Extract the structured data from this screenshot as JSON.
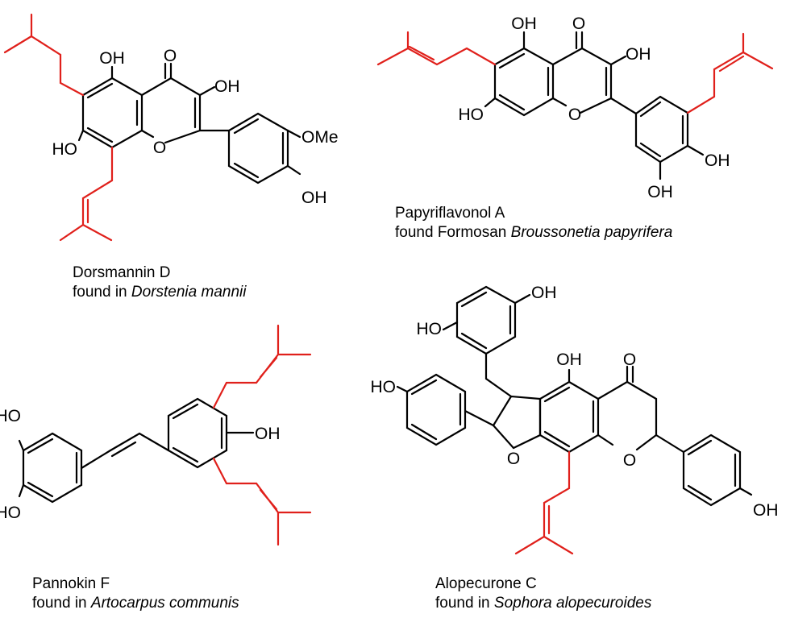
{
  "colors": {
    "bond": "#000000",
    "prenyl": "#e0201b",
    "background": "#ffffff"
  },
  "compounds": {
    "c1": {
      "name": "Dorsmannin D",
      "prefix": "found in ",
      "species": "Dorstenia mannii",
      "labels": {
        "oh5": "OH",
        "ketone": "O",
        "oh3": "OH",
        "ome": "OMe",
        "ring_o": "O",
        "oh7": "HO",
        "oh4p": "OH"
      }
    },
    "c2": {
      "name": "Papyriflavonol A",
      "prefix": "found Formosan ",
      "species": "Broussonetia papyrifera",
      "labels": {
        "oh5": "OH",
        "ketone": "O",
        "oh3": "OH",
        "ring_o": "O",
        "oh7": "HO",
        "oh4p": "OH",
        "oh3p": "OH"
      }
    },
    "c3": {
      "name": "Pannokin F",
      "prefix": "found in ",
      "species": "Artocarpus communis",
      "labels": {
        "oh_top": "HO",
        "oh_bottom": "HO",
        "oh_para": "OH"
      }
    },
    "c4": {
      "name": "Alopecurone C",
      "prefix": "found in ",
      "species": "Sophora alopecuroides",
      "labels": {
        "oh_res_a": "OH",
        "oh_res_b": "HO",
        "oh_phenol_l": "HO",
        "oh5": "OH",
        "ketone": "O",
        "furan_o": "O",
        "pyran_o": "O",
        "oh_phenol_r": "OH"
      }
    }
  }
}
